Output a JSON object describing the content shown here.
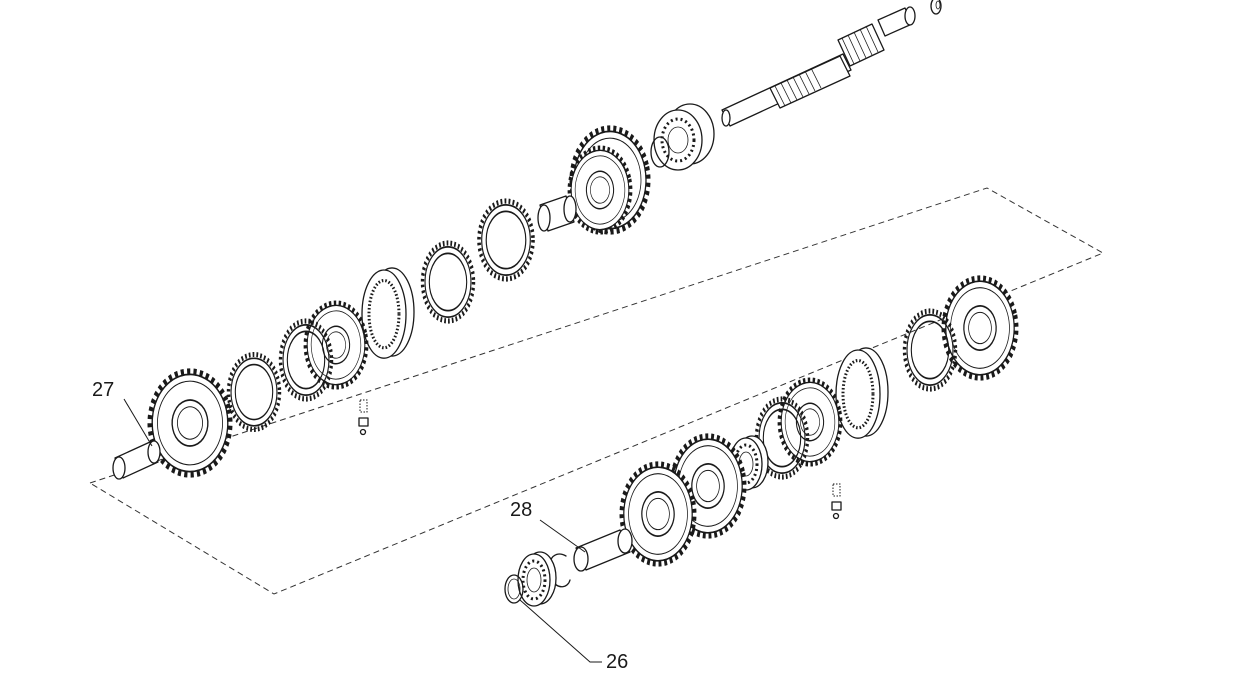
{
  "callouts": {
    "c26": "26",
    "c27": "27",
    "c28": "28"
  },
  "colors": {
    "line": "#1a1a1a",
    "background": "#ffffff",
    "shade": "#d9d9d9"
  }
}
